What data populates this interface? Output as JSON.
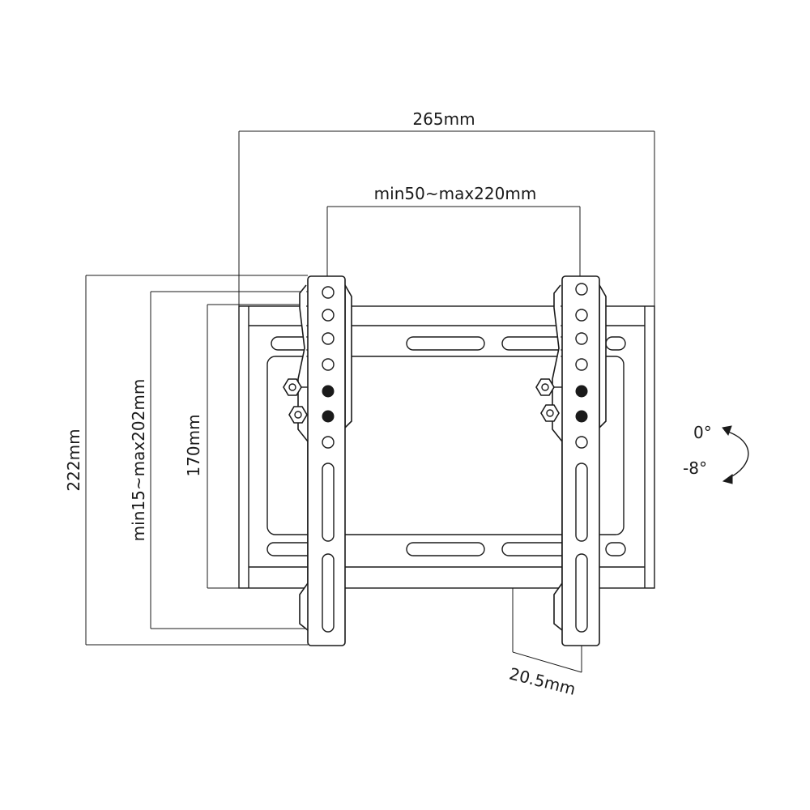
{
  "dimensions": {
    "overall_width": "265mm",
    "vesa_horizontal": "min50~max220mm",
    "overall_height": "222mm",
    "vesa_vertical": "min15~max202mm",
    "frame_height": "170mm",
    "wall_depth": "20.5mm"
  },
  "tilt": {
    "top_angle": "0°",
    "bottom_angle": "-8°"
  },
  "colors": {
    "line": "#1a1a1a",
    "background": "#ffffff"
  }
}
